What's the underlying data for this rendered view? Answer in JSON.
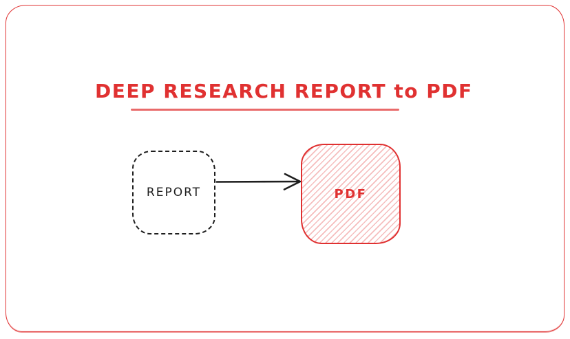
{
  "diagram": {
    "title": "DEEP RESEARCH REPORT to PDF",
    "nodes": [
      {
        "id": "report",
        "label": "REPORT",
        "shape": "rounded-rect",
        "stroke_style": "dashed",
        "fill": "none"
      },
      {
        "id": "pdf",
        "label": "PDF",
        "shape": "rounded-rect",
        "stroke_style": "solid",
        "fill": "red-hachure"
      }
    ],
    "edges": [
      {
        "from": "report",
        "to": "pdf",
        "type": "arrow",
        "direction": "right"
      }
    ]
  },
  "colors": {
    "accent_red": "#e03131",
    "ink_black": "#1e1e1e",
    "hatch_fill": "rgba(224,49,49,0.32)",
    "background": "#ffffff"
  }
}
